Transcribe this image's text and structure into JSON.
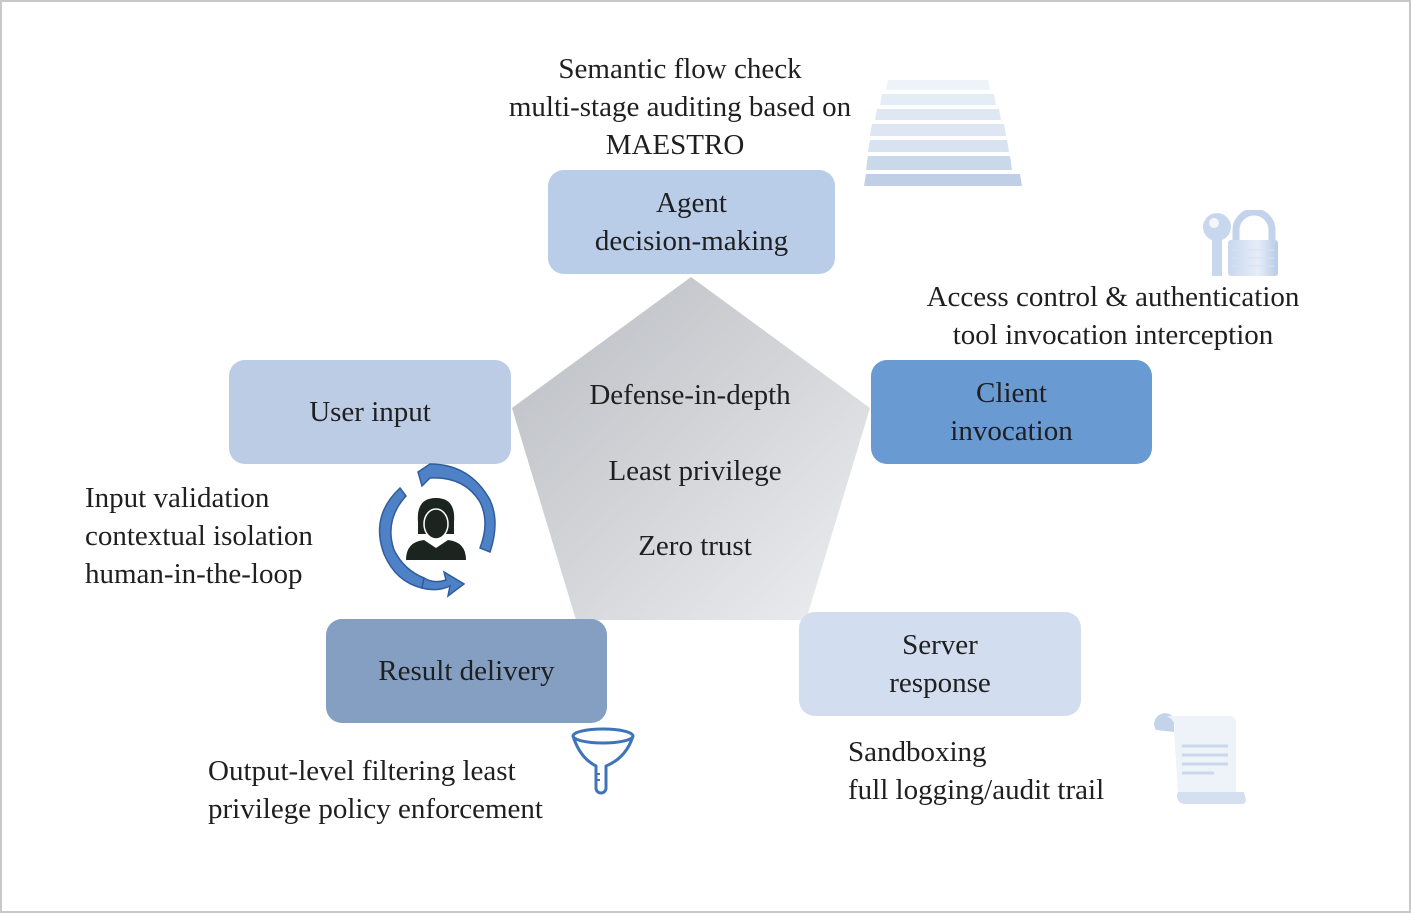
{
  "diagram": {
    "core": {
      "principles": [
        "Defense-in-depth",
        "Least privilege",
        "Zero trust"
      ]
    },
    "stages": {
      "agent": {
        "label_lines": [
          "Agent",
          "decision-making"
        ],
        "color": "#b9cde9",
        "measures": [
          "Semantic flow check",
          "multi-stage auditing based on",
          "MAESTRO"
        ],
        "icon": "stairs-icon"
      },
      "client": {
        "label_lines": [
          "Client",
          "invocation"
        ],
        "color": "#6a9ad2",
        "measures": [
          "Access control & authentication",
          "tool invocation interception"
        ],
        "icon": "lock-key-icon"
      },
      "server": {
        "label_lines": [
          "Server",
          "response"
        ],
        "color": "#d2deef",
        "measures": [
          "Sandboxing",
          "full logging/audit trail"
        ],
        "icon": "scroll-document-icon"
      },
      "result": {
        "label_lines": [
          "Result delivery"
        ],
        "color": "#849fc2",
        "measures": [
          "Output-level filtering least",
          "privilege policy enforcement"
        ],
        "icon": "funnel-icon"
      },
      "user": {
        "label_lines": [
          "User input"
        ],
        "color": "#bccce5",
        "measures": [
          "Input validation",
          "contextual isolation",
          "human-in-the-loop"
        ],
        "icon": "human-loop-icon"
      }
    }
  }
}
